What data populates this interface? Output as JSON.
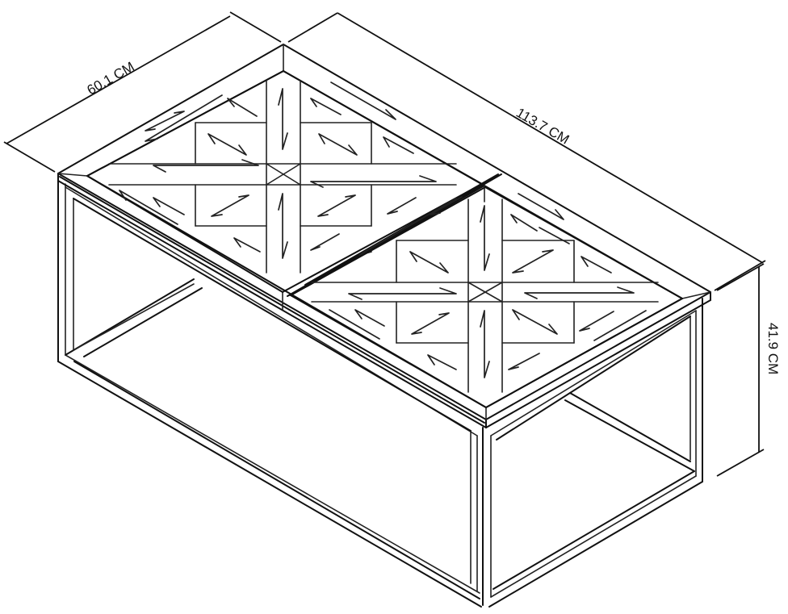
{
  "drawing": {
    "subject": "Coffee table technical line drawing (isometric)",
    "colors": {
      "line": "#111111",
      "background": "#ffffff"
    }
  },
  "dimensions": {
    "depth": {
      "label": "60.1 CM",
      "value": 60.1,
      "unit": "CM"
    },
    "width": {
      "label": "113.7 CM",
      "value": 113.7,
      "unit": "CM"
    },
    "height": {
      "label": "41.9 CM",
      "value": 41.9,
      "unit": "CM"
    }
  }
}
